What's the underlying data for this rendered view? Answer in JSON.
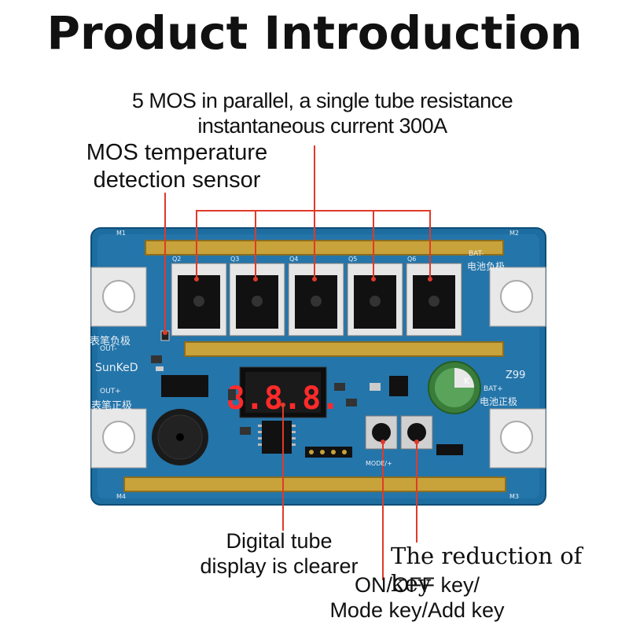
{
  "title": "Product Introduction",
  "callouts": {
    "mos_line1": "5 MOS in parallel, a single tube resistance",
    "mos_line2": "instantaneous current 300A",
    "temp_line1": "MOS temperature",
    "temp_line2": "detection sensor",
    "tube_line1": "Digital tube",
    "tube_line2": "display is clearer",
    "reduction": "The reduction of key",
    "key_line1": "ON/OFF key/",
    "key_line2": "Mode key/Add key"
  },
  "board": {
    "brand": "SunKeD",
    "model": "Z99",
    "bat_neg": "BAT-",
    "bat_neg_cn": "电池负极",
    "bat_pos": "BAT+",
    "bat_pos_cn": "电池正极",
    "out_neg_cn": "表笔负极",
    "out_neg": "OUT-",
    "out_pos": "OUT+",
    "out_pos_cn": "表笔正极",
    "display_value": "8.8.8.",
    "mode_label": "MODE/+",
    "mos_labels": [
      "Q2",
      "Q3",
      "Q4",
      "Q5",
      "Q6"
    ],
    "corner_labels": [
      "M1",
      "M2",
      "M3",
      "M4"
    ],
    "cap_label": "K"
  },
  "colors": {
    "pcb": "#1e6da0",
    "pcb_dark": "#155a87",
    "copper_bar": "#c8a23a",
    "terminal": "#e8e8e8",
    "segment": "#ff2a2a",
    "callout_line": "#e03a2a"
  }
}
